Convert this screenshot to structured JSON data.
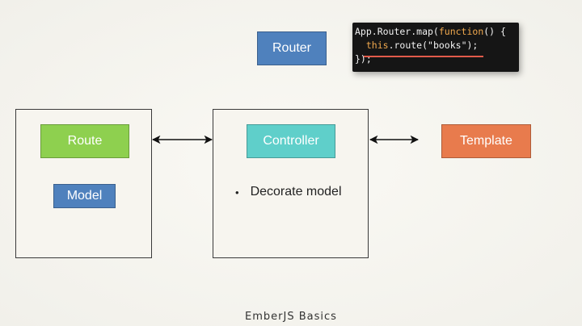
{
  "diagram": {
    "router_label": "Router",
    "route_label": "Route",
    "model_label": "Model",
    "controller_label": "Controller",
    "template_label": "Template",
    "bullet_text": "Decorate model",
    "footer": "EmberJS Basics"
  },
  "code": {
    "line1_a": "App.Router.map(",
    "line1_kw": "function",
    "line1_b": "() {",
    "line2_kw": "this",
    "line2_a": ".route(",
    "line2_str": "\"books\"",
    "line2_b": ");",
    "line3": "});"
  }
}
